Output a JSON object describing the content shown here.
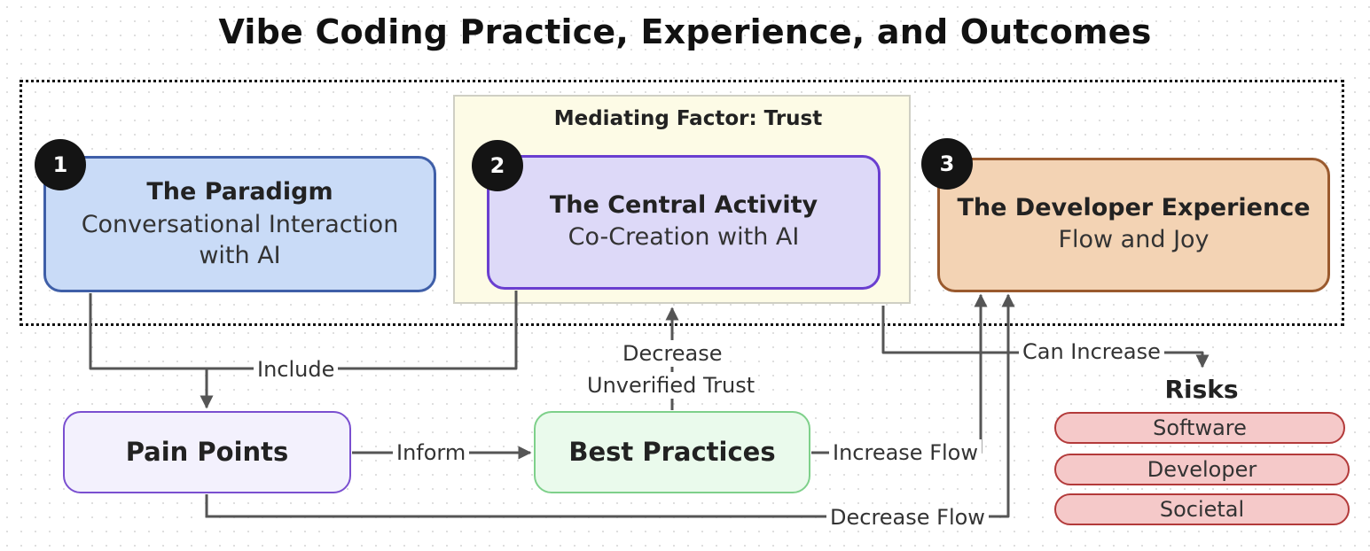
{
  "title": "Vibe Coding Practice, Experience, and Outcomes",
  "trust_label": "Mediating Factor: Trust",
  "nodes": {
    "paradigm": {
      "badge": "1",
      "head": "The Paradigm",
      "sub_line1": "Conversational Interaction",
      "sub_line2": "with AI",
      "fill": "#c9dbf7",
      "stroke": "#3f5fa8"
    },
    "central": {
      "badge": "2",
      "head": "The Central Activity",
      "sub": "Co-Creation with AI",
      "fill": "#ddd9f8",
      "stroke": "#6a3fd0"
    },
    "experience": {
      "badge": "3",
      "head": "The Developer Experience",
      "sub": "Flow and Joy",
      "fill": "#f3d3b4",
      "stroke": "#9a5a2e"
    },
    "pain_points": {
      "head": "Pain Points"
    },
    "best_practices": {
      "head": "Best Practices"
    }
  },
  "edges": {
    "include": "Include",
    "inform": "Inform",
    "decrease_trust_line1": "Decrease",
    "decrease_trust_line2": "Unverified Trust",
    "increase_flow": "Increase Flow",
    "decrease_flow": "Decrease Flow",
    "can_increase": "Can Increase"
  },
  "risks": {
    "title": "Risks",
    "items": [
      "Software",
      "Developer",
      "Societal"
    ],
    "fill": "#f5c9c9",
    "stroke": "#b33a3a"
  }
}
